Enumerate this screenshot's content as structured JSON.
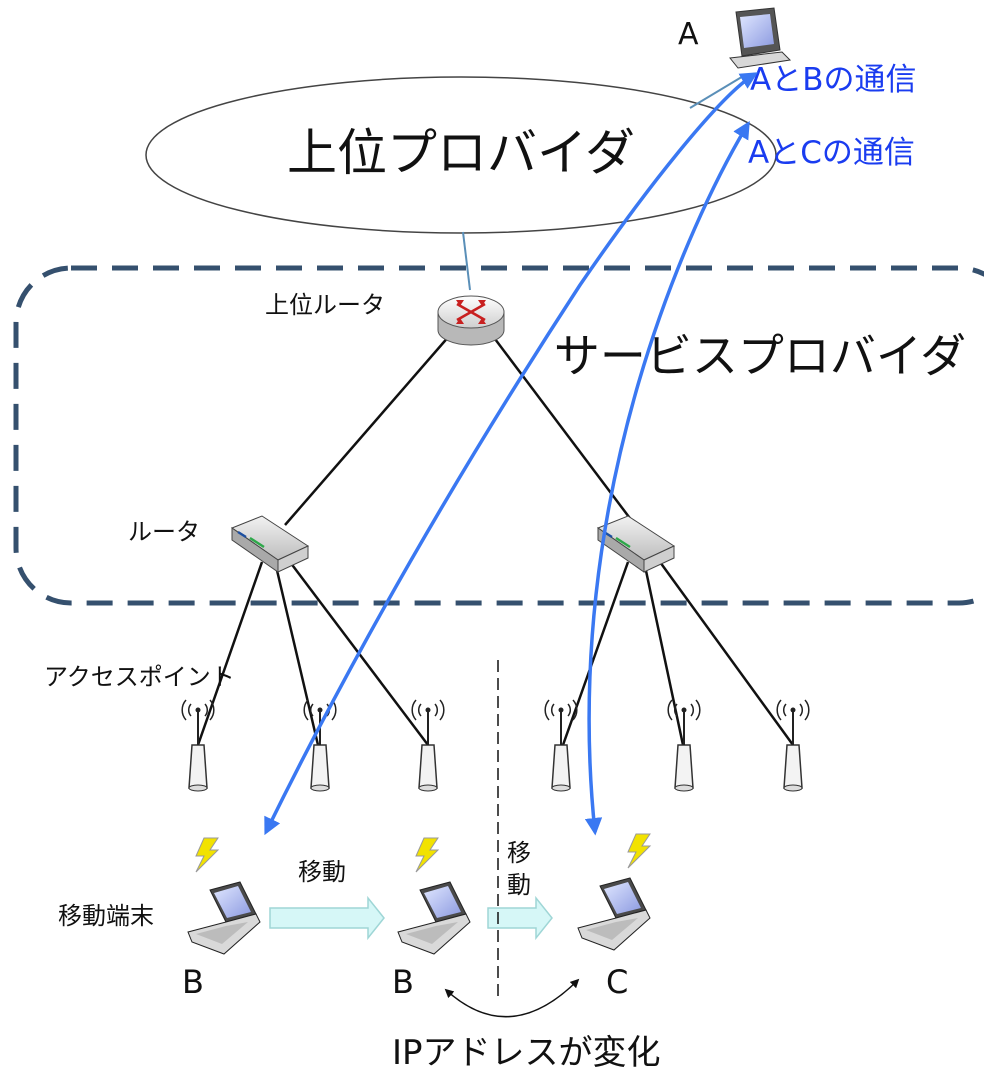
{
  "upper_provider": {
    "label": "上位プロバイダ"
  },
  "service_provider": {
    "label": "サービスプロバイダ"
  },
  "host_a": {
    "label": "A"
  },
  "labels": {
    "upper_router": "上位ルータ",
    "router": "ルータ",
    "access_point": "アクセスポイント",
    "mobile_terminal": "移動端末",
    "ip_change": "IPアドレスが変化"
  },
  "communications": [
    {
      "label": "AとBの通信"
    },
    {
      "label": "AとCの通信"
    }
  ],
  "moves": [
    {
      "label": "移動"
    },
    {
      "label_line1": "移",
      "label_line2": "動"
    }
  ],
  "terminals": [
    {
      "label": "B"
    },
    {
      "label": "B"
    },
    {
      "label": "C"
    }
  ],
  "colors": {
    "communication_arrow": "#3a78f2",
    "service_provider_border": "#35506e",
    "move_arrow_fill": "#d6f7f7",
    "move_arrow_stroke": "#9fd6d6",
    "wireless_bolt": "#f2e200",
    "router_arrows": "#c82020"
  }
}
